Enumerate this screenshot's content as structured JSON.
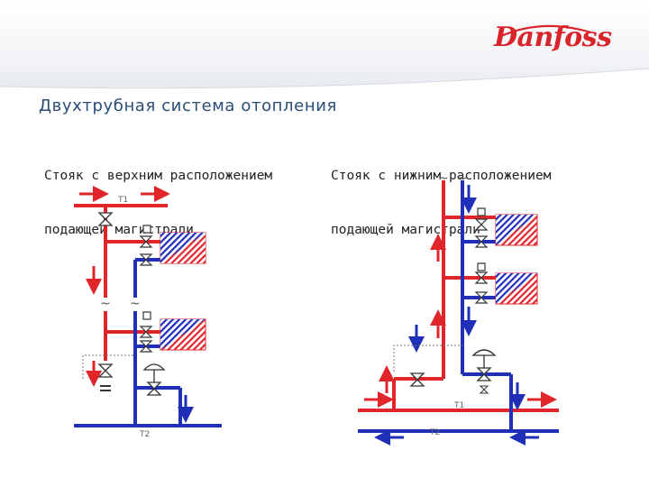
{
  "brand": {
    "logo_text": "Danfoss"
  },
  "title": "Двухтрубная система отопления",
  "left_scheme": {
    "caption_line1": "Стояк с верхним расположением",
    "caption_line2": "подающей магистрали",
    "label_supply": "T1",
    "label_return": "T2"
  },
  "right_scheme": {
    "caption_line1": "Стояк с нижним расположением",
    "caption_line2": "подающей магистрали",
    "label_supply": "T1",
    "label_return": "T2"
  },
  "colors": {
    "supply": "#e0262b",
    "return": "#1f2fb8",
    "title": "#2b4d7a",
    "brand": "#d8242a"
  }
}
